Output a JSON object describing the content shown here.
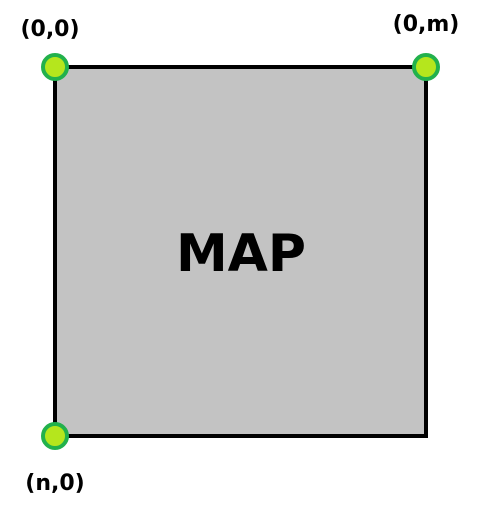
{
  "map": {
    "label": "MAP",
    "fill_color": "#c3c3c3",
    "border_color": "#000000"
  },
  "corners": {
    "top_left": {
      "label": "(0,0)"
    },
    "top_right": {
      "label": "(0,m)"
    },
    "bottom_left": {
      "label": "(n,0)"
    }
  },
  "marker": {
    "fill_color": "#b5e61d",
    "stroke_color": "#22b14c"
  }
}
